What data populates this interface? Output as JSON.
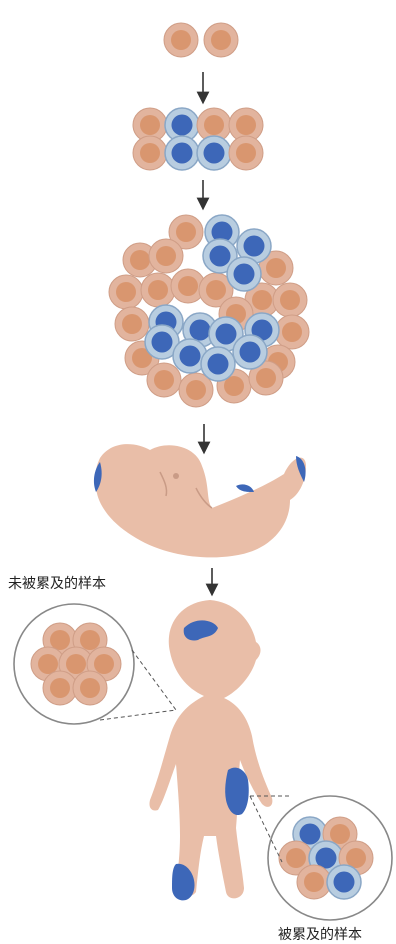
{
  "labels": {
    "unaffected_sample": "未被累及的样本",
    "affected_sample": "被累及的样本"
  },
  "colors": {
    "normal_cell_outer": "#e2b49e",
    "normal_cell_inner": "#d9966f",
    "affected_cell_outer": "#b8cde0",
    "affected_cell_inner": "#3d67b8",
    "skin": "#e9bea8",
    "patch": "#3d67b8",
    "arrow": "#333333"
  },
  "icons": [
    "down-arrow-icon",
    "dashed-leader-line"
  ]
}
